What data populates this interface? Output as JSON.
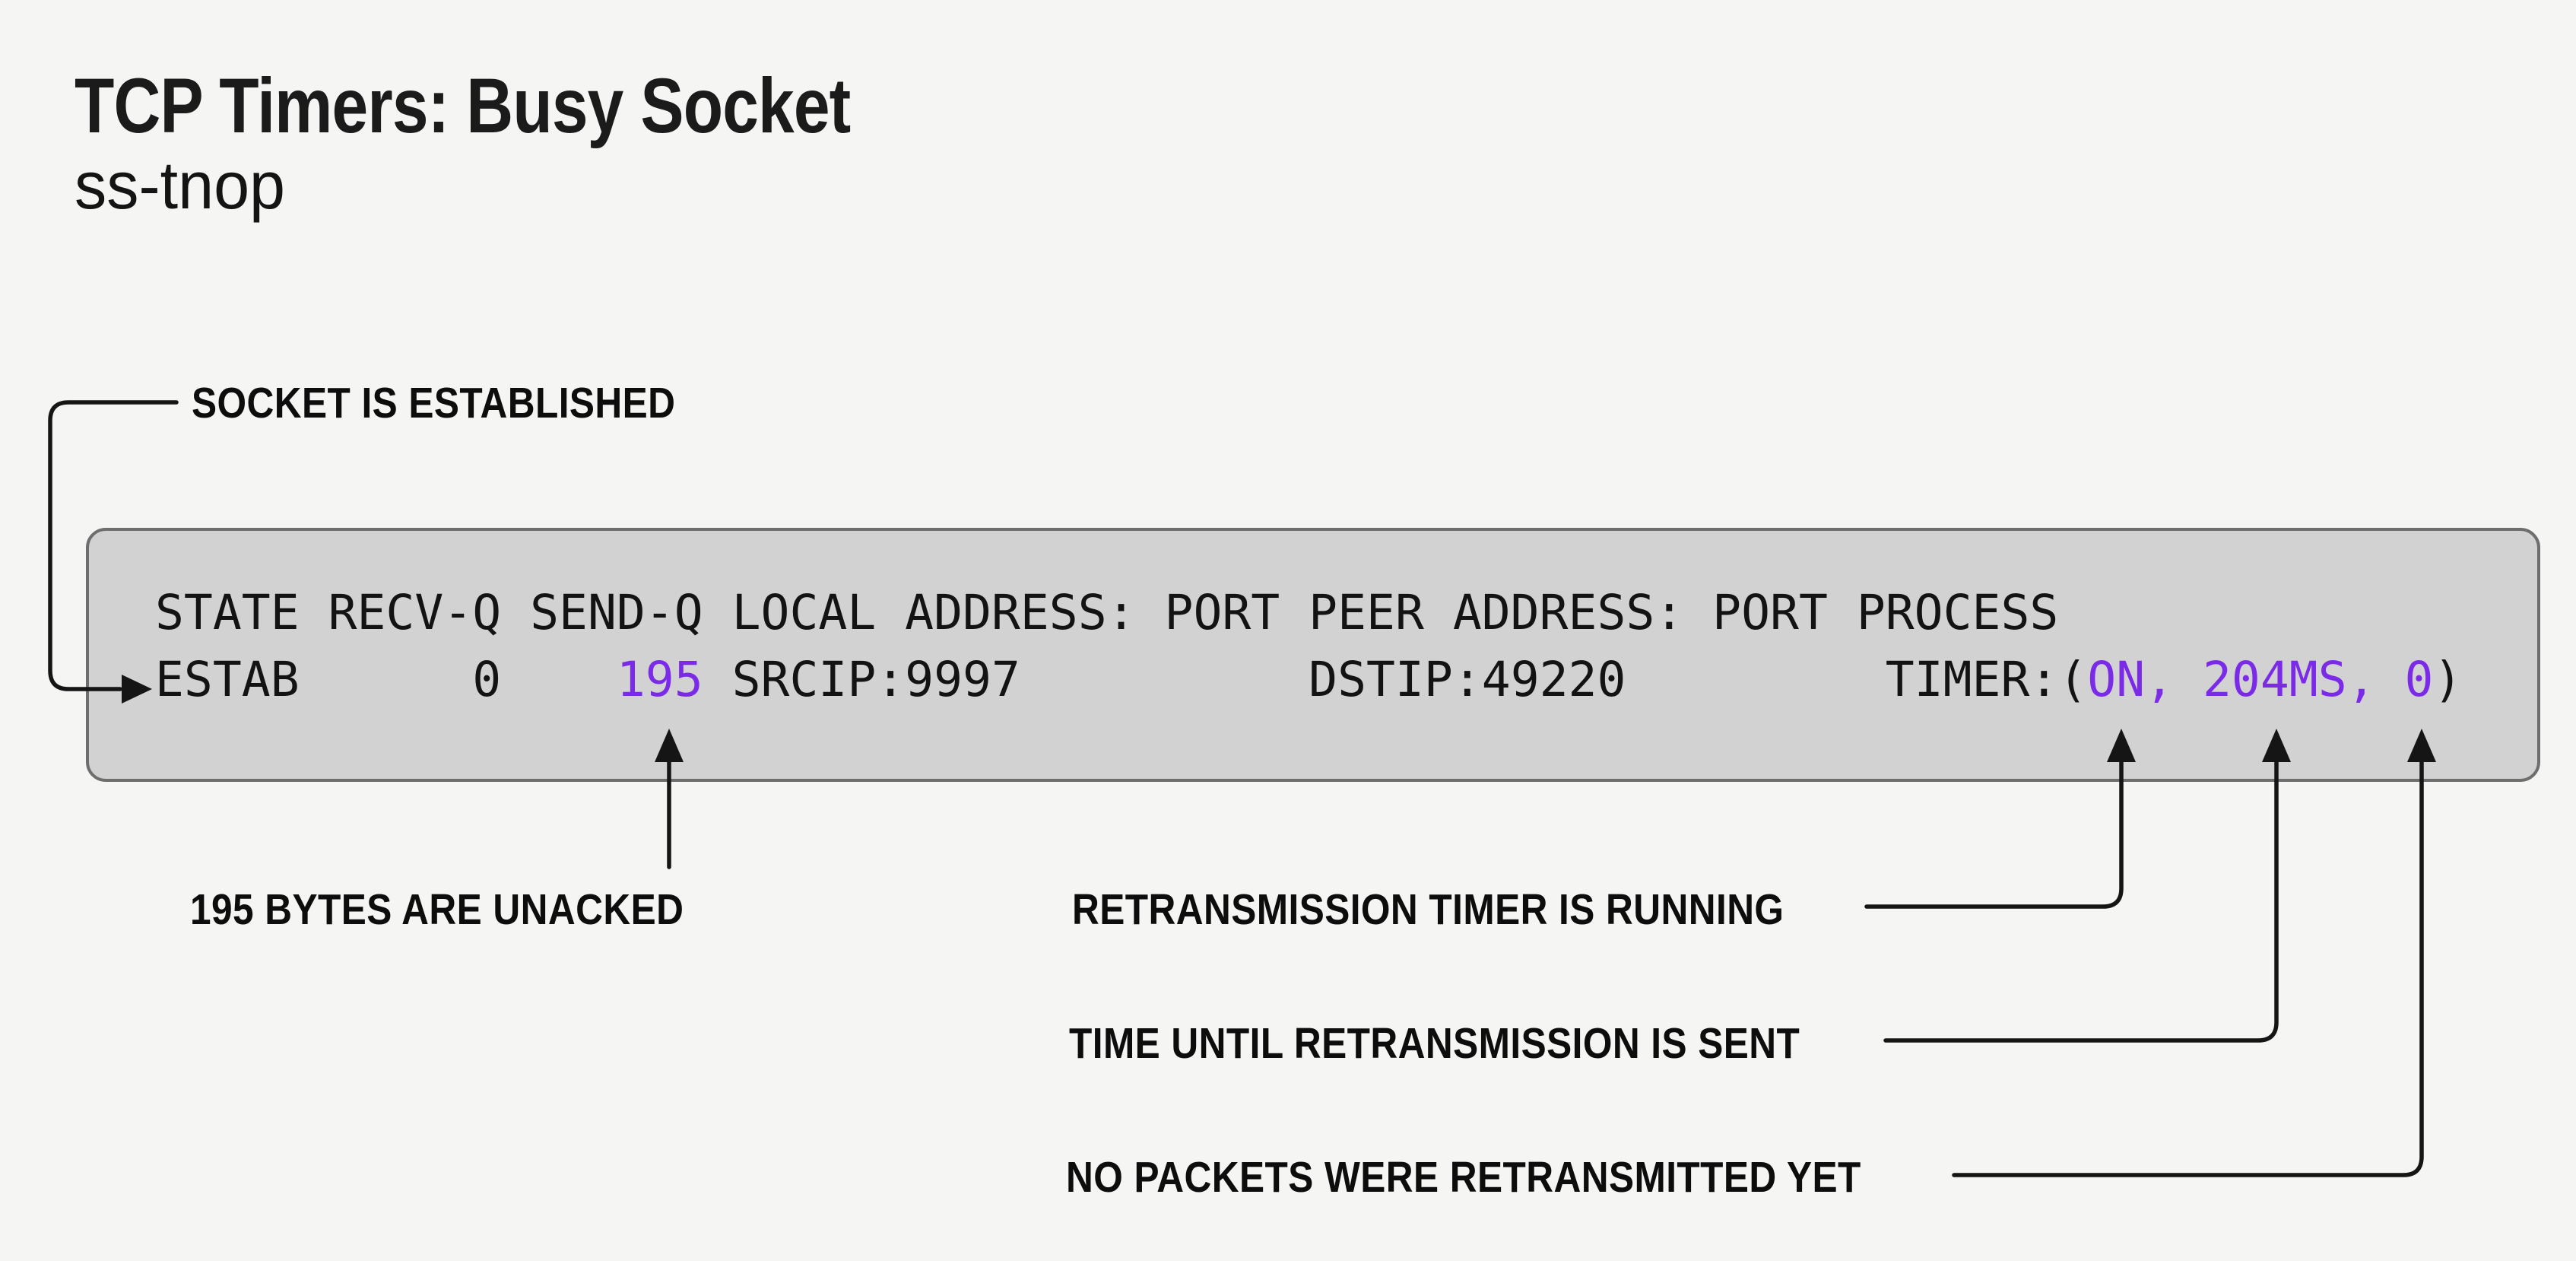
{
  "page": {
    "background_color": "#f5f5f4",
    "accent_color": "#7b2be8",
    "terminal_fill_color": "#d2d2d2",
    "terminal_border_color": "#6e6e6e"
  },
  "header": {
    "title": "TCP Timers: Busy Socket",
    "subtitle": "ss-tnop"
  },
  "terminal": {
    "header_row": "STATE RECV-Q SEND-Q LOCAL ADDRESS: PORT PEER ADDRESS: PORT PROCESS",
    "data_row": {
      "state_and_queues": "ESTAB      0    ",
      "sendq_value": "195",
      "addresses_and_timer_label": " SRCIP:9997          DSTIP:49220         TIMER:(",
      "timer_value": "ON, 204MS, 0",
      "timer_close": ")"
    }
  },
  "annotations": {
    "socket_established": "SOCKET IS ESTABLISHED",
    "bytes_unacked": "195 BYTES ARE UNACKED",
    "timer_running": "RETRANSMISSION TIMER IS RUNNING",
    "time_until_retransmission": "TIME UNTIL RETRANSMISSION IS SENT",
    "no_packets_retransmitted": "NO PACKETS WERE RETRANSMITTED YET"
  }
}
